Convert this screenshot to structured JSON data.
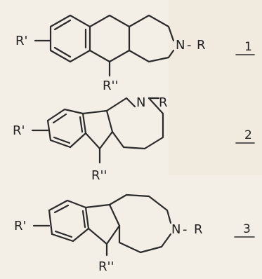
{
  "compounds": [
    {
      "id": "1",
      "labels": {
        "r_prime": "R'",
        "n": "N",
        "dash": "-",
        "r": "R",
        "r_double": "R''"
      }
    },
    {
      "id": "2",
      "labels": {
        "r_prime": "R'",
        "n": "N",
        "dash": "-",
        "r": "R",
        "r_double": "R''"
      }
    },
    {
      "id": "3",
      "labels": {
        "r_prime": "R'",
        "n": "N",
        "dash": "-",
        "r": "R",
        "r_double": "R''"
      }
    }
  ],
  "colors": {
    "ink": "#2b2b2b",
    "paper": "#f3efe6"
  }
}
